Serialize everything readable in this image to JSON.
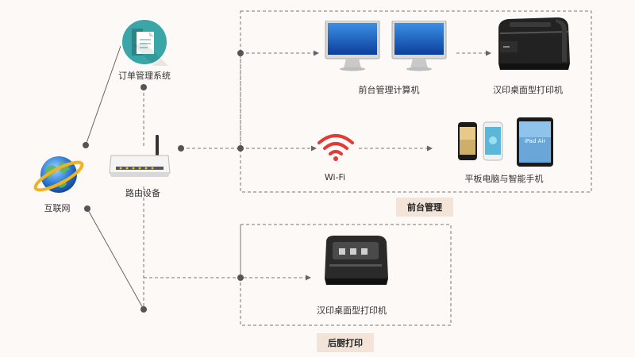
{
  "nodes": {
    "order_system": "订单管理系统",
    "router": "路由设备",
    "internet": "互联网",
    "front_computers": "前台管理计算机",
    "front_printer": "汉印桌面型打印机",
    "wifi": "Wi-Fi",
    "mobile_devices": "平板电脑与智能手机",
    "kitchen_printer": "汉印桌面型打印机"
  },
  "groups": {
    "front_desk": "前台管理",
    "kitchen": "后厨打印"
  },
  "devices": {
    "tablet_brand": "iPad Air"
  },
  "colors": {
    "background": "#fcf9f6",
    "line": "#666666",
    "dot": "#555555",
    "tag_bg": "#f3e4da",
    "order_icon": "#3aa6a8",
    "wifi_red": "#e53935"
  }
}
